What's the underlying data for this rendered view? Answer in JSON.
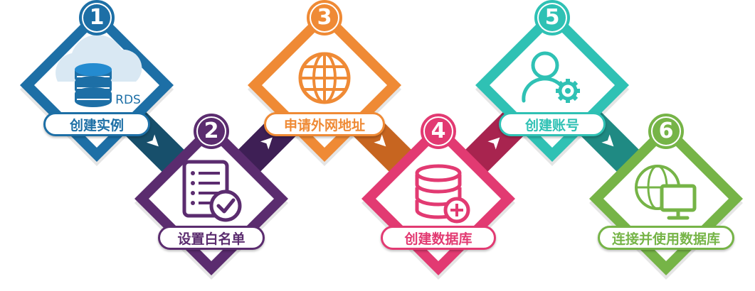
{
  "steps": [
    {
      "number": "1",
      "label": "创建实例",
      "icon": "rds-database-cloud-icon",
      "color": "#1d6fa6",
      "inner_text": "RDS"
    },
    {
      "number": "2",
      "label": "设置白名单",
      "icon": "checklist-approved-icon",
      "color": "#5b2c6f"
    },
    {
      "number": "3",
      "label": "申请外网地址",
      "icon": "globe-icon",
      "color": "#ef8a35"
    },
    {
      "number": "4",
      "label": "创建数据库",
      "icon": "database-add-icon",
      "color": "#e23a72"
    },
    {
      "number": "5",
      "label": "创建账号",
      "icon": "user-settings-icon",
      "color": "#2fc1b4"
    },
    {
      "number": "6",
      "label": "连接并使用数据库",
      "icon": "globe-monitor-icon",
      "color": "#76b447"
    }
  ],
  "connectors": [
    {
      "from": "1",
      "to": "2",
      "color": "#174f6b"
    },
    {
      "from": "2",
      "to": "3",
      "color": "#3e1f55"
    },
    {
      "from": "3",
      "to": "4",
      "color": "#c76520"
    },
    {
      "from": "4",
      "to": "5",
      "color": "#a8244f"
    },
    {
      "from": "5",
      "to": "6",
      "color": "#1f8a83"
    }
  ]
}
